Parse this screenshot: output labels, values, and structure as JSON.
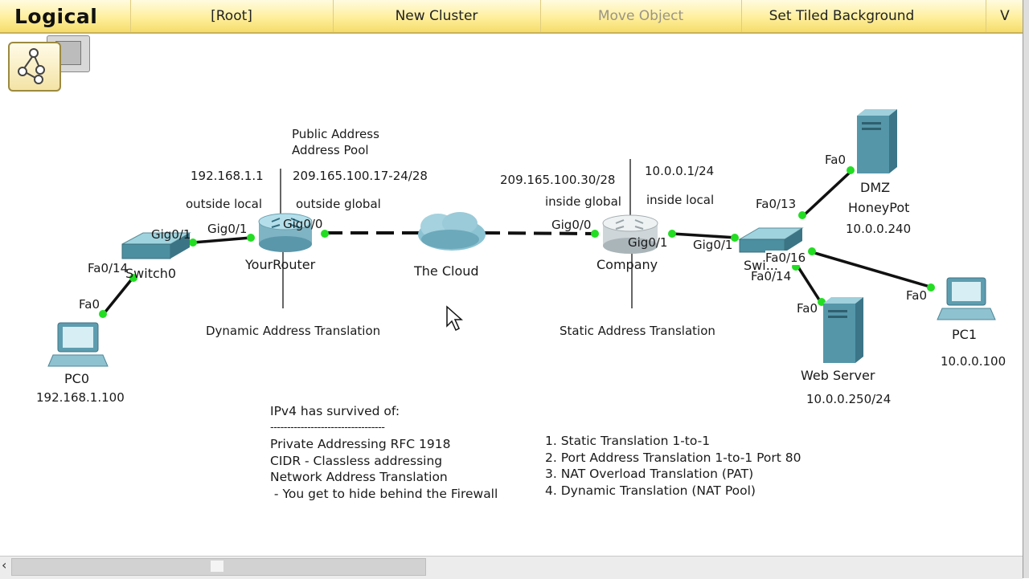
{
  "toolbar": {
    "title": "Logical",
    "root": "[Root]",
    "new_cluster": "New Cluster",
    "move_object": "Move Object",
    "set_tiled_background": "Set Tiled Background",
    "viewport": "V"
  },
  "devices": {
    "pc0": {
      "name": "PC0",
      "ip": "192.168.1.100"
    },
    "switch0": {
      "name": "Switch0"
    },
    "router": {
      "name": "YourRouter"
    },
    "cloud": {
      "name": "The Cloud"
    },
    "company": {
      "name": "Company"
    },
    "switch1": {
      "name": "Swi..."
    },
    "dmz": {
      "name": "DMZ",
      "label": "HoneyPot",
      "ip": "10.0.0.240"
    },
    "pc1": {
      "name": "PC1",
      "ip": "10.0.0.100"
    },
    "webserver": {
      "name": "Web Server",
      "ip": "10.0.0.250/24"
    }
  },
  "ports": {
    "pc0_fa0": "Fa0",
    "sw0_fa014": "Fa0/14",
    "sw0_gig01": "Gig0/1",
    "router_gig01": "Gig0/1",
    "router_gig00": "Gig0/0",
    "company_gig00": "Gig0/0",
    "company_gig01": "Gig0/1",
    "sw1_gig01": "Gig0/1",
    "sw1_fa013": "Fa0/13",
    "sw1_fa016": "Fa0/16",
    "sw1_fa014": "Fa0/14",
    "dmz_fa0": "Fa0",
    "pc1_fa0": "Fa0",
    "web_fa0": "Fa0"
  },
  "labels": {
    "router_ip": "192.168.1.1",
    "outside_local": "outside local",
    "public_pool_line1": "Public Address",
    "public_pool_line2": "Address Pool",
    "public_range": "209.165.100.17-24/28",
    "outside_global": "outside global",
    "company_public": "209.165.100.30/28",
    "inside_global": "inside global",
    "company_private": "10.0.0.1/24",
    "inside_local": "inside local",
    "dynamic_nat": "Dynamic Address Translation",
    "static_nat": "Static Address Translation"
  },
  "notes": {
    "ipv4": [
      "IPv4 has survived of:",
      "----------------------------------",
      "Private Addressing RFC 1918",
      "CIDR - Classless addressing",
      "Network Address Translation",
      " - You get to hide behind the Firewall"
    ],
    "nat_types": [
      "1. Static Translation 1-to-1",
      "2. Port Address Translation 1-to-1 Port 80",
      "3. NAT Overload Translation (PAT)",
      "4. Dynamic Translation (NAT Pool)"
    ]
  },
  "colors": {
    "toolbar_bg": "#ffef9c",
    "link_up": "#22dd22",
    "cable": "#111111"
  }
}
